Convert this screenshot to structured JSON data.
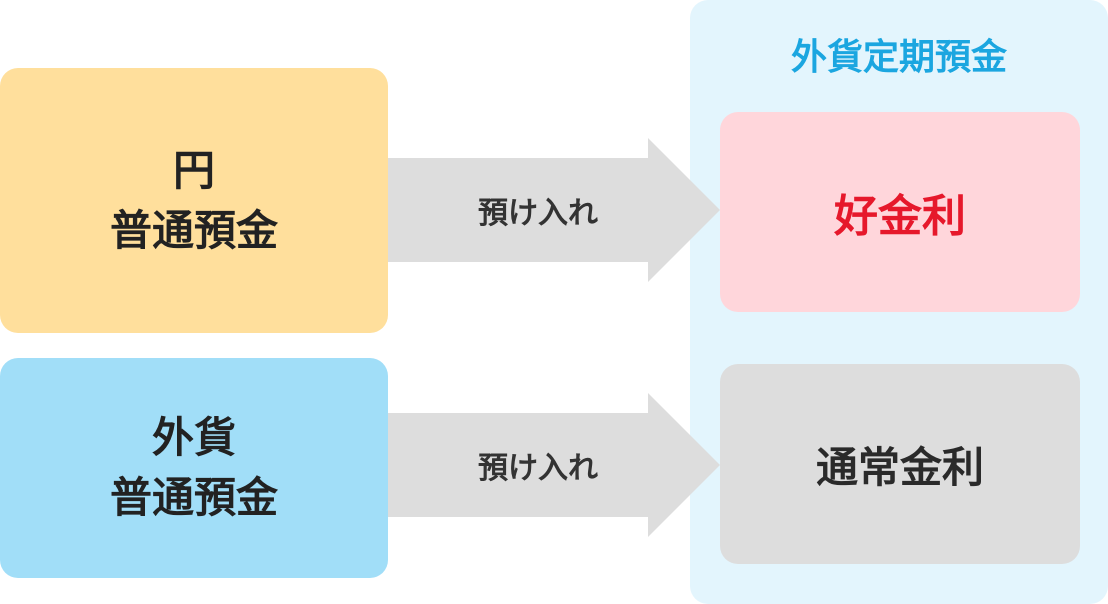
{
  "sources": {
    "yen": {
      "line1": "円",
      "line2": "普通預金"
    },
    "fx": {
      "line1": "外貨",
      "line2": "普通預金"
    }
  },
  "arrows": {
    "top_label": "預け入れ",
    "bottom_label": "預け入れ"
  },
  "target": {
    "title": "外貨定期預金",
    "good_rate": "好金利",
    "normal_rate": "通常金利"
  },
  "colors": {
    "yen_box": "#ffdf9c",
    "fx_box": "#a1def8",
    "panel": "#e3f5fd",
    "title": "#1ba6e0",
    "good_rate_box": "#ffd6db",
    "good_rate_text": "#e6182b",
    "normal_rate_box": "#dddddd",
    "arrow": "#dddddd"
  }
}
